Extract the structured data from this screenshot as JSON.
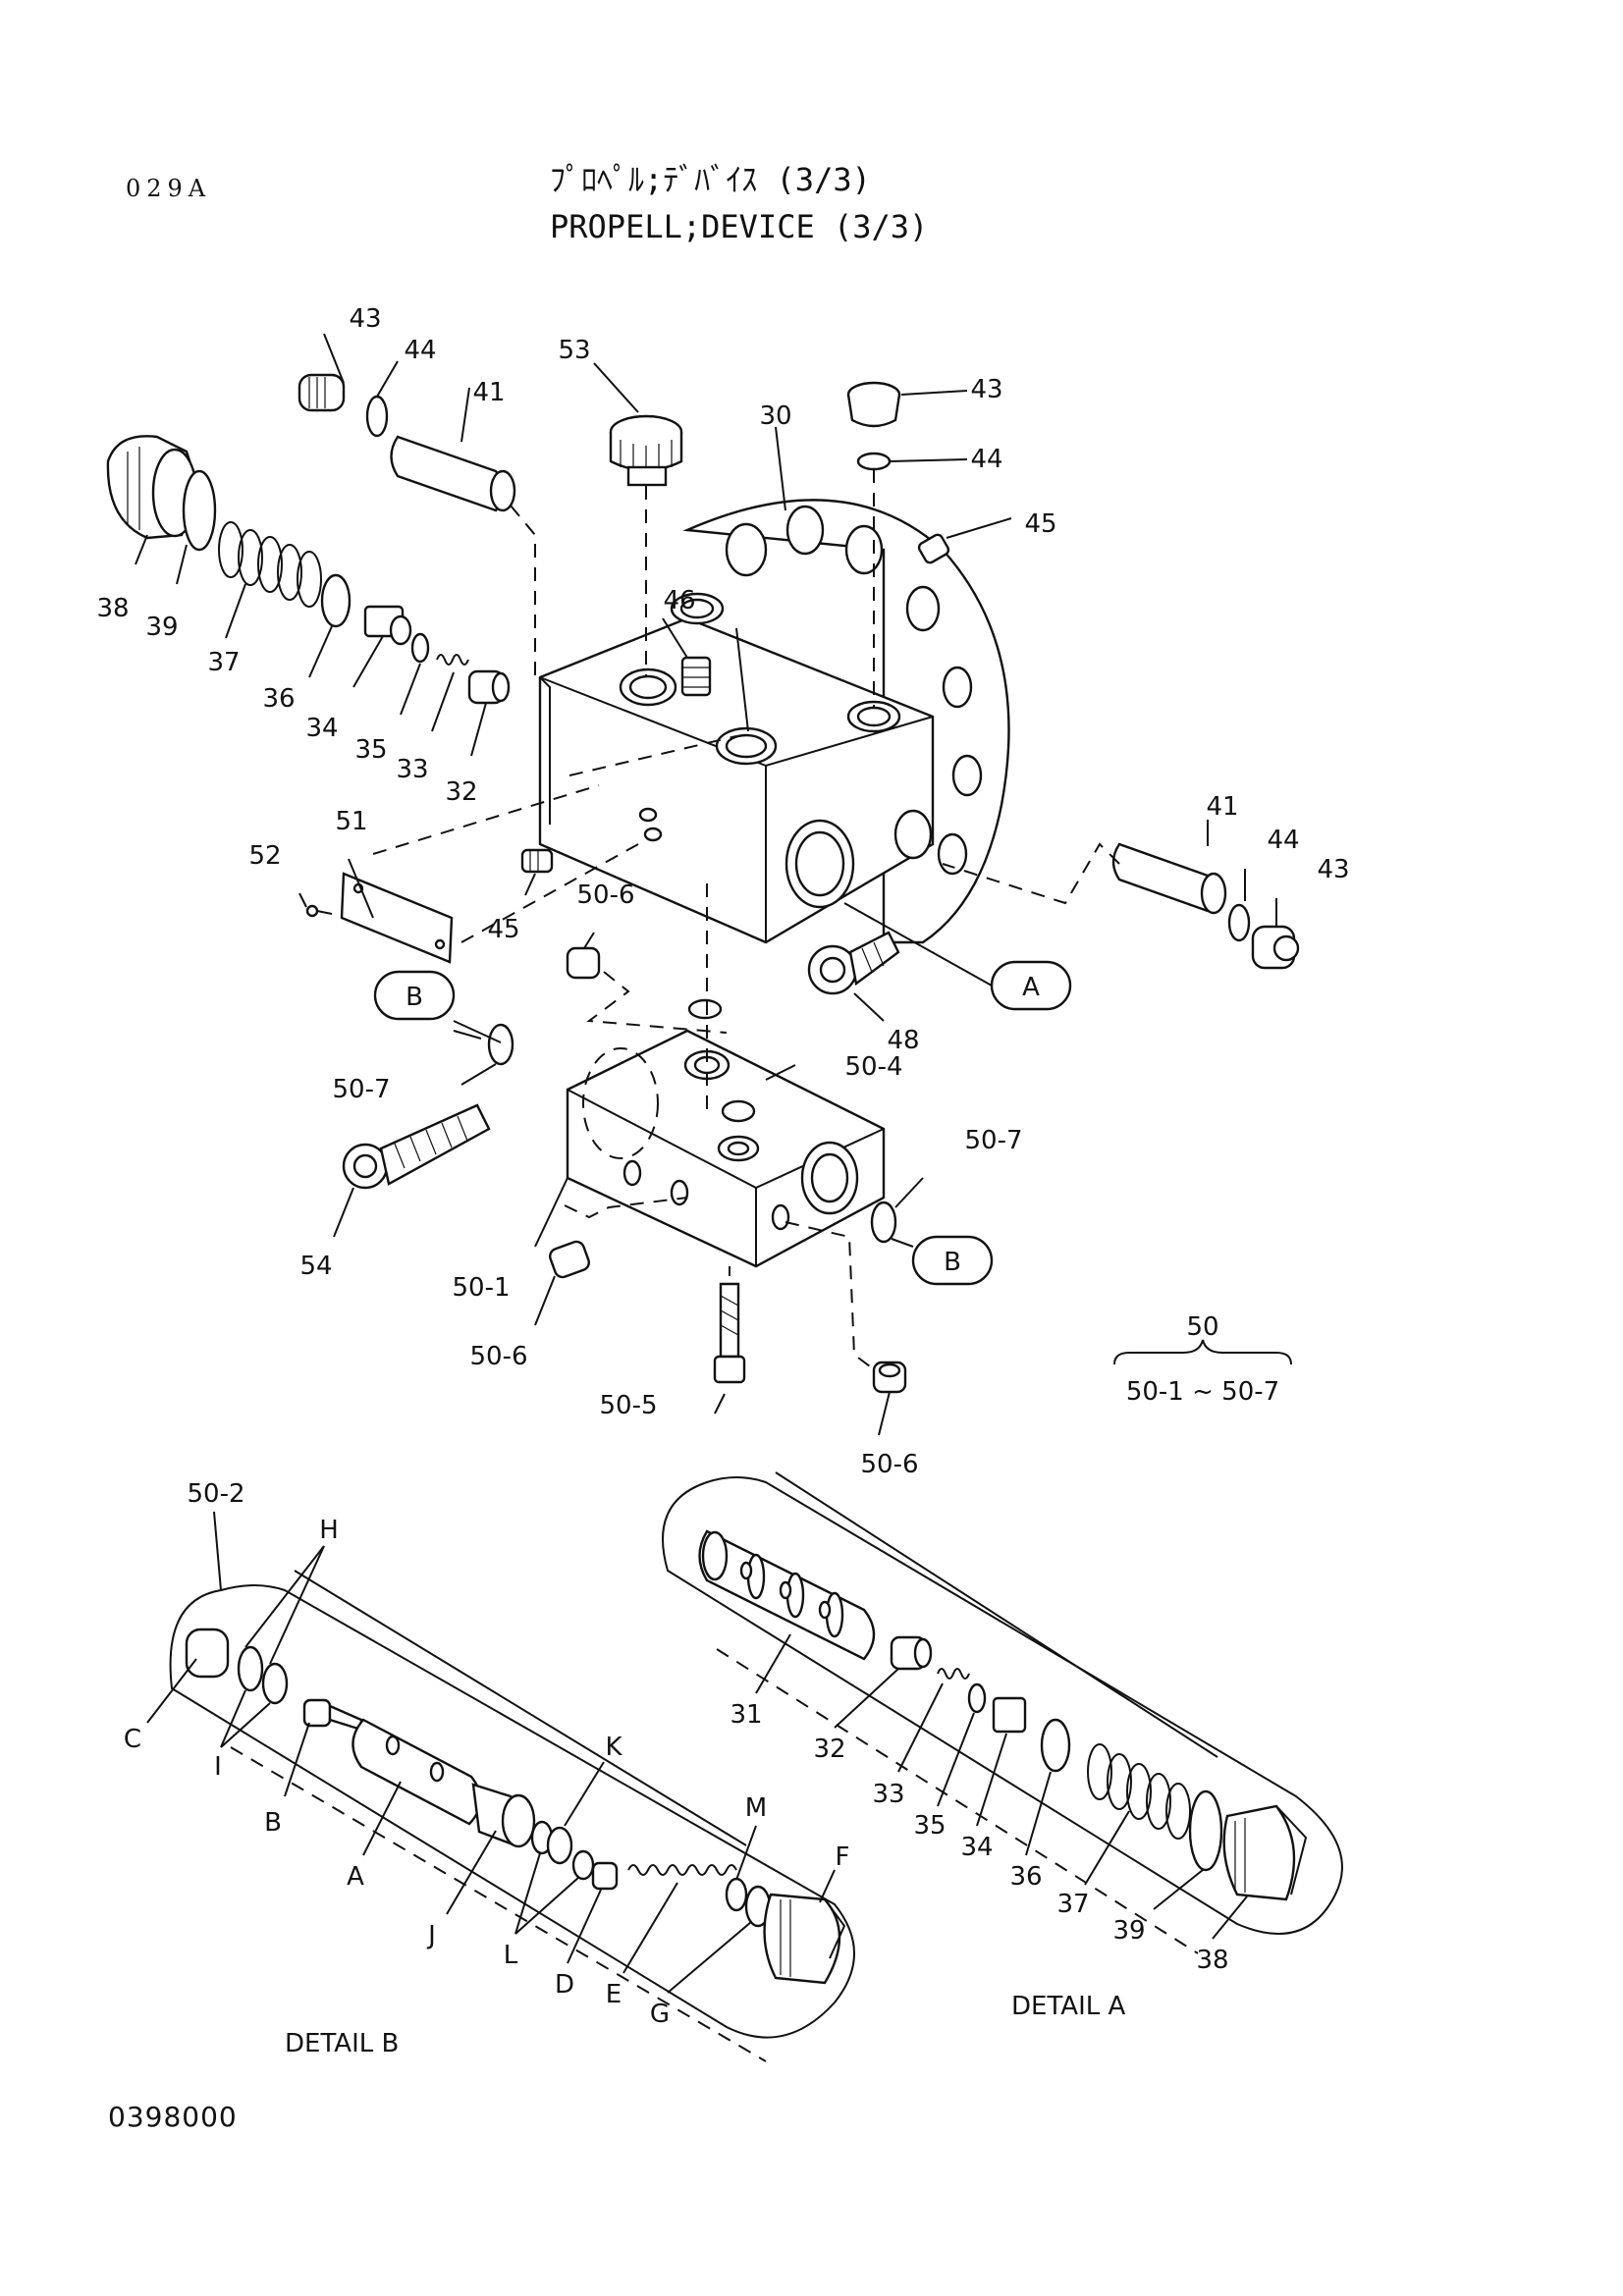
{
  "header": {
    "page_code": "029A",
    "title_jp": "ﾌﾟﾛﾍﾟﾙ;ﾃﾞﾊﾞｲｽ (3/3)",
    "title_en": "PROPELL;DEVICE (3/3)"
  },
  "footer": {
    "doc_number": "0398000"
  },
  "labels": {
    "p43a": "43",
    "p44a": "44",
    "p41a": "41",
    "p53": "53",
    "p30": "30",
    "p43b": "43",
    "p44b": "44",
    "p45a": "45",
    "p38a": "38",
    "p39a": "39",
    "p37a": "37",
    "p36a": "36",
    "p34a": "34",
    "p35a": "35",
    "p33a": "33",
    "p32a": "32",
    "p46": "46",
    "p51": "51",
    "p52": "52",
    "p45b": "45",
    "p41b": "41",
    "p44c": "44",
    "p43c": "43",
    "p48": "48",
    "p506a": "50-6",
    "p507a": "50-7",
    "p504": "50-4",
    "p507b": "50-7",
    "p54": "54",
    "p501": "50-1",
    "p506b": "50-6",
    "p505": "50-5",
    "p506c": "50-6",
    "p50": "50",
    "p50range": "50-1 ~ 50-7",
    "p502": "50-2",
    "dH": "H",
    "dC": "C",
    "dI": "I",
    "dB": "B",
    "dA": "A",
    "dJ": "J",
    "dK": "K",
    "dL": "L",
    "dD": "D",
    "dE": "E",
    "dM": "M",
    "dF": "F",
    "dG": "G",
    "p31": "31",
    "p32b": "32",
    "p33b": "33",
    "p35b": "35",
    "p34b": "34",
    "p36b": "36",
    "p37b": "37",
    "p39b": "39",
    "p38b": "38",
    "bubbleA": "A",
    "bubbleB1": "B",
    "bubbleB2": "B"
  },
  "detail_captions": {
    "detail_b": "DETAIL B",
    "detail_a": "DETAIL A"
  }
}
